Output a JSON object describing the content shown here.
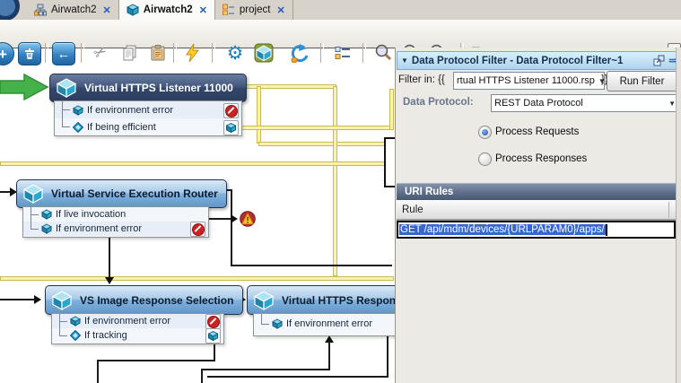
{
  "window": {
    "tabs": [
      {
        "label": "Airwatch2",
        "icon": "sitemap-icon",
        "close": "✕"
      },
      {
        "label": "Airwatch2",
        "icon": "cube-icon",
        "close": "✕",
        "active": true
      },
      {
        "label": "project",
        "icon": "project-icon",
        "close": "✕"
      }
    ]
  },
  "toolbar": {
    "icons": [
      "add",
      "delete",
      "back",
      "cut",
      "copy",
      "paste",
      "run",
      "settings",
      "model-cube",
      "undo",
      "properties",
      "zoom",
      "zoom-in",
      "zoom-out",
      "export",
      "toggle-right-panel"
    ],
    "back_glyph": "←",
    "gear_glyph": "⚙",
    "cut_glyph": "✂",
    "panel_toggle": "<>"
  },
  "canvas": {
    "nodes": [
      {
        "title": "Virtual HTTPS Listener 11000",
        "rows": [
          {
            "icon": "cube",
            "label": "If environment error",
            "badge": "no-entry"
          },
          {
            "icon": "diamond",
            "label": "If being efficient",
            "badge": "cube"
          }
        ]
      },
      {
        "title": "Virtual Service Execution Router",
        "rows": [
          {
            "icon": "cube",
            "label": "If live invocation"
          },
          {
            "icon": "cube",
            "label": "If environment error",
            "badge": "no-entry"
          }
        ]
      },
      {
        "title": "VS Image Response Selection",
        "rows": [
          {
            "icon": "cube",
            "label": "If environment error",
            "badge": "no-entry"
          },
          {
            "icon": "diamond",
            "label": "If tracking",
            "badge": "cube"
          }
        ]
      },
      {
        "title": "Virtual HTTPS Respond",
        "rows": [
          {
            "icon": "cube",
            "label": "If environment error"
          }
        ]
      }
    ]
  },
  "panel": {
    "collapse_glyph": "▼",
    "title": "Data Protocol Filter - Data Protocol Filter~1",
    "header_arrow": "⇒",
    "filter": {
      "label": "Filter in: {{",
      "value": "rtual HTTPS Listener 11000.rsp",
      "suffix": "}}",
      "run_button": "Run Filter"
    },
    "protocol": {
      "label": "Data Protocol:",
      "value": "REST Data Protocol"
    },
    "radios": [
      {
        "label": "Process Requests",
        "selected": true
      },
      {
        "label": "Process Responses",
        "selected": false
      }
    ],
    "uri_rules": {
      "title": "URI Rules",
      "column_header": "Rule",
      "rule_value": "GET /api/mdm/devices/{URLPARAM0}/apps/"
    }
  },
  "colors": {
    "selection_blue": "#3567cf",
    "node_header_dark": "#33466b",
    "node_header_light": "#80b1dd",
    "connector_yellow": "#faf3ae",
    "uri_header_slate": "#5d6e88",
    "toolbar_button_blue": "#2f7fc0"
  }
}
